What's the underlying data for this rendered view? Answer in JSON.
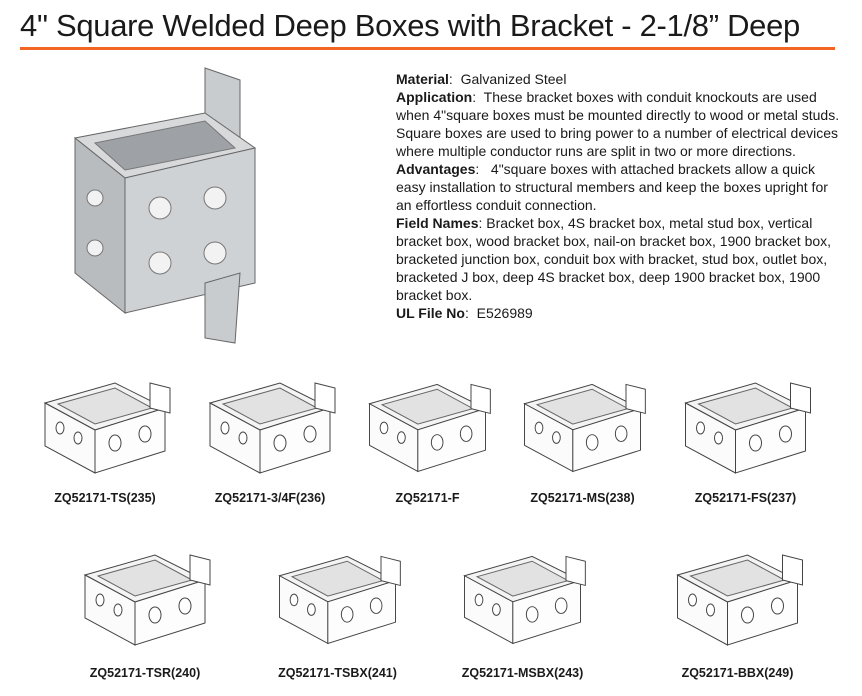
{
  "title": "4\" Square Welded Deep Boxes with Bracket - 2-1/8” Deep",
  "accent_color": "#f26522",
  "specs": {
    "material_label": "Material",
    "material_value": "Galvanized Steel",
    "application_label": "Application",
    "application_value": "These bracket boxes with conduit knockouts are used when 4\"square boxes must be mounted directly to wood or metal studs. Square boxes are used to bring power to a number of electrical devices where multiple conductor runs are split in two or more directions.",
    "advantages_label": "Advantages",
    "advantages_value": "4\"square boxes with attached brackets allow a quick easy installation to structural members and keep the boxes upright for an effortless conduit connection.",
    "field_names_label": "Field Names",
    "field_names_value": "Bracket box, 4S bracket box, metal stud box, vertical bracket box, wood bracket box, nail-on bracket box, 1900 bracket box, bracketed junction box, conduit box with bracket, stud box, outlet box, bracketed J box, deep 4S bracket box, deep 1900 bracket box, 1900 bracket box.",
    "ul_label": "UL File No",
    "ul_value": "E526989"
  },
  "products": [
    {
      "model": "ZQ52171-TS(235)"
    },
    {
      "model": "ZQ52171-3/4F(236)"
    },
    {
      "model": "ZQ52171-F"
    },
    {
      "model": "ZQ52171-MS(238)"
    },
    {
      "model": "ZQ52171-FS(237)"
    },
    {
      "model": "ZQ52171-TSR(240)"
    },
    {
      "model": "ZQ52171-TSBX(241)"
    },
    {
      "model": "ZQ52171-MSBX(243)"
    },
    {
      "model": "ZQ52171-BBX(249)"
    }
  ]
}
